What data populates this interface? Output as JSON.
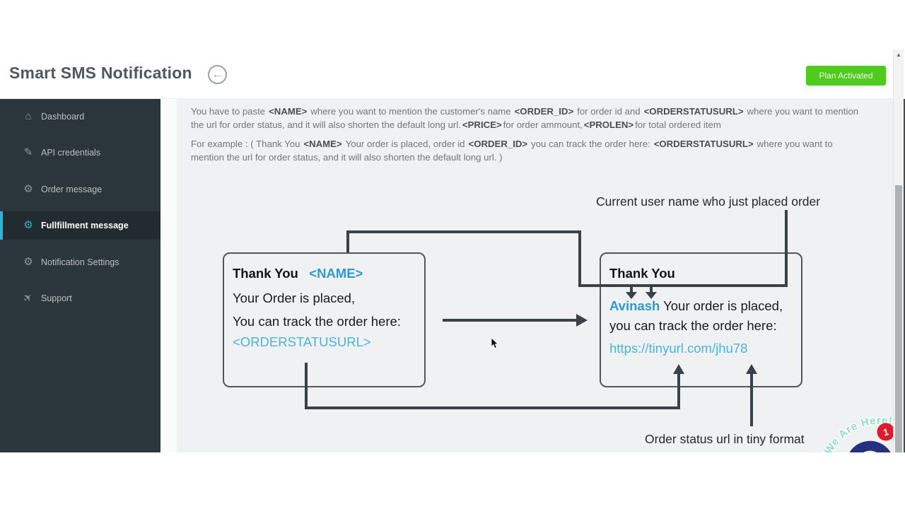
{
  "header": {
    "title": "Smart SMS Notification",
    "back_icon": "left-arrow-in-circle",
    "back_glyph": "←",
    "plan_button": "Plan Activated",
    "plan_button_color": "#4ecb1d"
  },
  "sidebar": {
    "background_color": "#2b363c",
    "active_accent_color": "#2db4dd",
    "items": [
      {
        "label": "Dashboard",
        "icon": "home-icon",
        "glyph": "⌂",
        "active": false
      },
      {
        "label": "API credentials",
        "icon": "pencil-icon",
        "glyph": "✎",
        "active": false
      },
      {
        "label": "Order message",
        "icon": "gear-icon",
        "glyph": "⚙",
        "active": false
      },
      {
        "label": "Fullfillment message",
        "icon": "gear-icon",
        "glyph": "⚙",
        "active": true
      },
      {
        "label": "Notification Settings",
        "icon": "gear-icon",
        "glyph": "⚙",
        "active": false
      },
      {
        "label": "Support",
        "icon": "rocket-icon",
        "glyph": "✈",
        "active": false
      }
    ]
  },
  "intro": {
    "p1": {
      "s1": "You have to paste",
      "t1": "<NAME>",
      "s2": "where you want to mention the customer's name",
      "t2": "<ORDER_ID>",
      "s3": "for order id and",
      "t3": "<ORDERSTATUSURL>",
      "s4": "where you want to mention the url for order status, and it will also shorten the default long url.",
      "t4": "<PRICE>",
      "s5": "for order ammount,",
      "t5": "<PROLEN>",
      "s6": "for total ordered item"
    },
    "p2": {
      "s1": "For example : ( Thank You",
      "t1": "<NAME>",
      "s2": "Your order is placed, order id",
      "t2": "<ORDER_ID>",
      "s3": "you can track the order here:",
      "t3": "<ORDERSTATUSURL>",
      "s4": "where you want to mention the url for order status, and it will also shorten the default long url. )"
    }
  },
  "diagram": {
    "annotation_top": "Current user name who just placed order",
    "annotation_bottom": "Order status url in tiny format",
    "left_box": {
      "title": "Thank You",
      "name_token": "<NAME>",
      "line2": "Your Order is placed,",
      "line3": "You can track the order here:",
      "url_token": "<ORDERSTATUSURL>"
    },
    "right_box": {
      "title": "Thank You",
      "name": "Avinash",
      "line2": "Your order is placed,",
      "line3": "you can track the order here:",
      "url": "https://tinyurl.com/jhu78"
    },
    "token_blue": "#2b9ad2",
    "link_blue": "#4cb4d8",
    "line_color": "#3b4148"
  },
  "logo": {
    "curved_text": "We Are Here!",
    "badge_count": "1",
    "ring_color": "#25307f",
    "badge_color": "#e11b2d",
    "text_color": "#8fdcc5"
  }
}
